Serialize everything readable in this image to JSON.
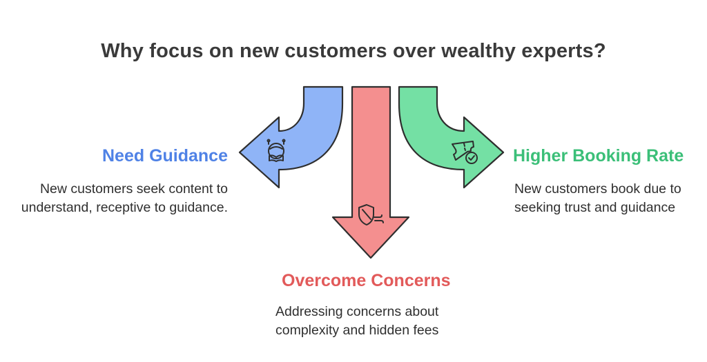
{
  "title": "Why focus on new customers over wealthy experts?",
  "branches": {
    "left": {
      "heading": "Need Guidance",
      "description": "New customers seek content to understand, receptive to guidance.",
      "color": "#4f82e6",
      "fill": "#8fb4f7",
      "icon": "astronaut-book-icon"
    },
    "middle": {
      "heading": "Overcome Concerns",
      "description": "Addressing concerns about complexity and hidden fees",
      "color": "#e25a5a",
      "fill": "#f48f8f",
      "icon": "shield-wind-icon"
    },
    "right": {
      "heading": "Higher Booking Rate",
      "description": "New customers book due to seeking trust and guidance",
      "color": "#3bbf78",
      "fill": "#74e0a4",
      "icon": "ticket-check-icon"
    }
  }
}
